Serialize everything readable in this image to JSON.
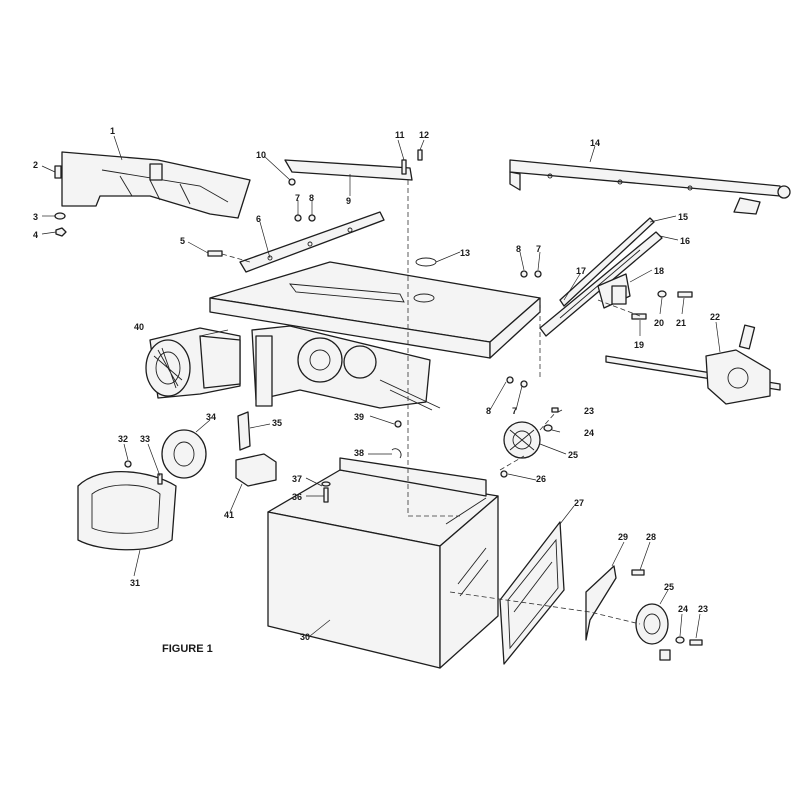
{
  "figure": {
    "caption": "FIGURE 1"
  },
  "callouts": [
    "1",
    "2",
    "3",
    "4",
    "5",
    "6",
    "7",
    "8",
    "9",
    "10",
    "11",
    "12",
    "13",
    "14",
    "15",
    "16",
    "17",
    "18",
    "19",
    "20",
    "21",
    "22",
    "23",
    "24",
    "25",
    "26",
    "27",
    "28",
    "29",
    "30",
    "31",
    "32",
    "33",
    "34",
    "35",
    "36",
    "37",
    "38",
    "39",
    "40",
    "41"
  ],
  "colors": {
    "line": "#1e1e1e",
    "paper": "#ffffff",
    "fill": "#f4f4f4"
  }
}
